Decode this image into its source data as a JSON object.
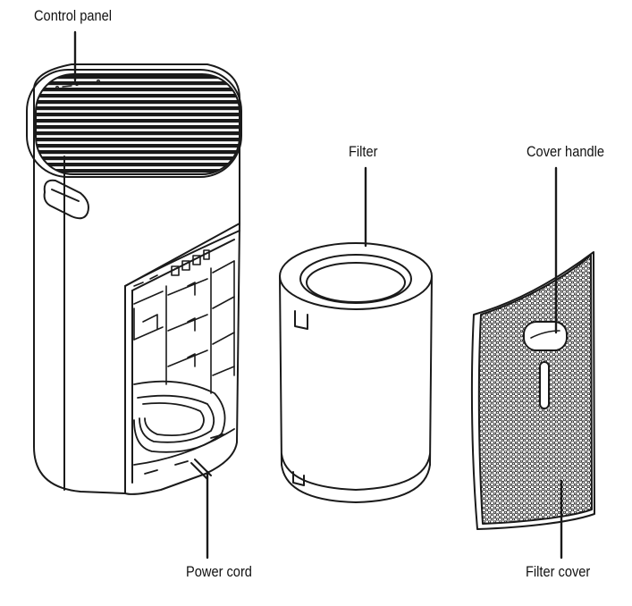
{
  "labels": {
    "control_panel": "Control panel",
    "filter": "Filter",
    "cover_handle": "Cover handle",
    "power_cord": "Power cord",
    "filter_cover": "Filter cover"
  },
  "colors": {
    "line": "#1a1a1a",
    "background": "#ffffff"
  }
}
